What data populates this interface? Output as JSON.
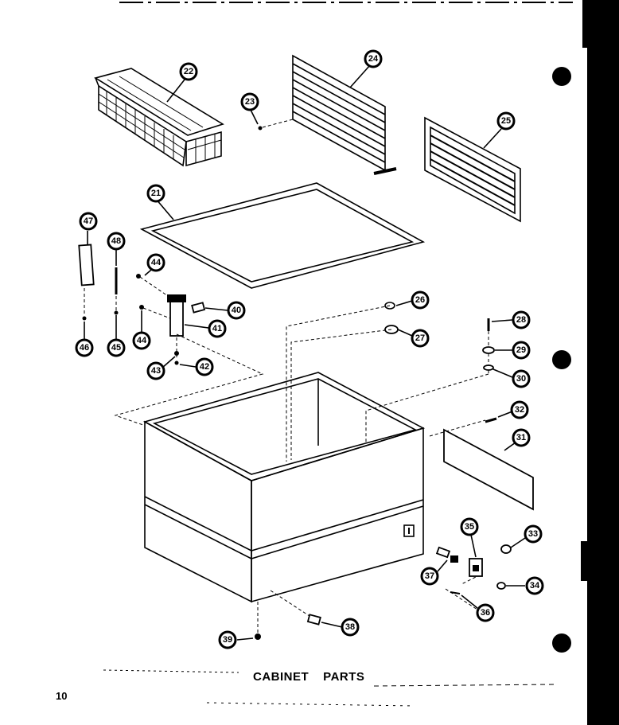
{
  "caption": {
    "word1": "CABINET",
    "word2": "PARTS"
  },
  "page_number": "10",
  "callouts": [
    "21",
    "22",
    "23",
    "24",
    "25",
    "26",
    "27",
    "28",
    "29",
    "30",
    "31",
    "32",
    "33",
    "34",
    "35",
    "36",
    "37",
    "38",
    "39",
    "40",
    "41",
    "42",
    "43",
    "44",
    "44",
    "45",
    "46",
    "47",
    "48"
  ],
  "colors": {
    "ink": "#000000",
    "paper": "#ffffff"
  }
}
